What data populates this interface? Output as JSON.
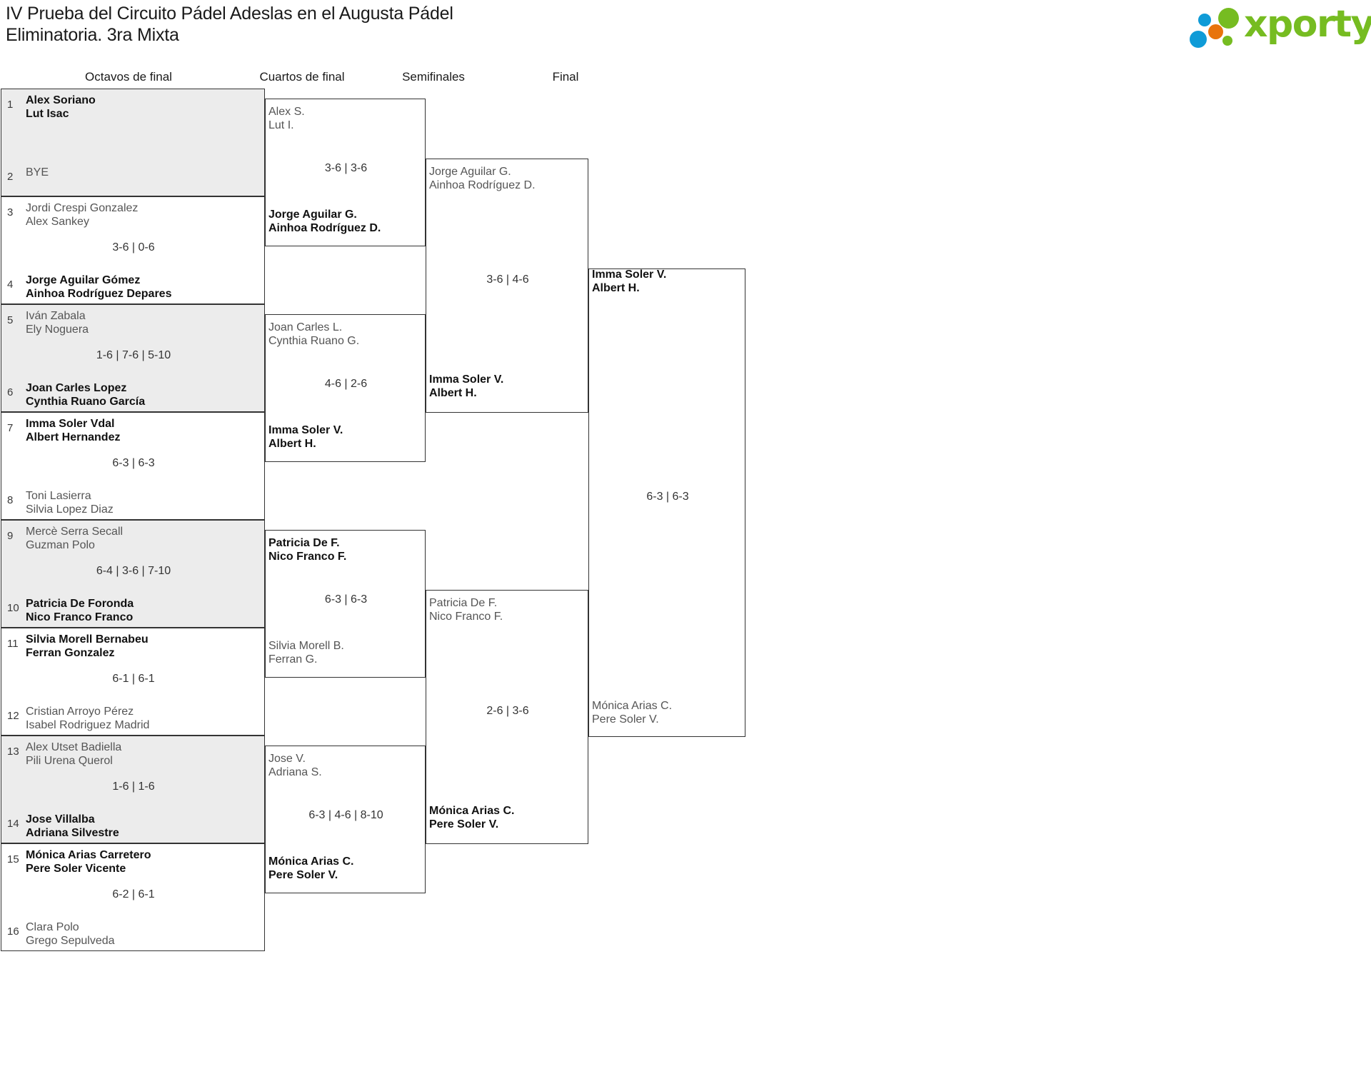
{
  "header": {
    "title_line1": "IV Prueba del Circuito Pádel Adeslas en el Augusta Pádel",
    "title_line2": "Eliminatoria. 3ra Mixta",
    "logo_text": "xporty"
  },
  "rounds": [
    {
      "label": "Octavos de final"
    },
    {
      "label": "Cuartos de final"
    },
    {
      "label": "Semifinales"
    },
    {
      "label": "Final"
    }
  ],
  "r16": [
    {
      "score": "",
      "top": {
        "seed": "1",
        "p1": "Alex Soriano",
        "p2": "Lut Isac",
        "winner": true
      },
      "bottom": {
        "seed": "2",
        "p1": "BYE",
        "p2": "",
        "winner": false
      }
    },
    {
      "score": "3-6 | 0-6",
      "top": {
        "seed": "3",
        "p1": "Jordi Crespi Gonzalez",
        "p2": "Alex Sankey",
        "winner": false
      },
      "bottom": {
        "seed": "4",
        "p1": "Jorge Aguilar Gómez",
        "p2": "Ainhoa Rodríguez Depares",
        "winner": true
      }
    },
    {
      "score": "1-6 | 7-6 | 5-10",
      "top": {
        "seed": "5",
        "p1": "Iván Zabala",
        "p2": "Ely Noguera",
        "winner": false
      },
      "bottom": {
        "seed": "6",
        "p1": "Joan Carles Lopez",
        "p2": "Cynthia Ruano García",
        "winner": true
      }
    },
    {
      "score": "6-3 | 6-3",
      "top": {
        "seed": "7",
        "p1": "Imma Soler Vdal",
        "p2": "Albert Hernandez",
        "winner": true
      },
      "bottom": {
        "seed": "8",
        "p1": "Toni Lasierra",
        "p2": "Silvia Lopez Diaz",
        "winner": false
      }
    },
    {
      "score": "6-4 | 3-6 | 7-10",
      "top": {
        "seed": "9",
        "p1": "Mercè Serra Secall",
        "p2": "Guzman Polo",
        "winner": false
      },
      "bottom": {
        "seed": "10",
        "p1": "Patricia De Foronda",
        "p2": "Nico Franco Franco",
        "winner": true
      }
    },
    {
      "score": "6-1 | 6-1",
      "top": {
        "seed": "11",
        "p1": "Silvia Morell Bernabeu",
        "p2": "Ferran Gonzalez",
        "winner": true
      },
      "bottom": {
        "seed": "12",
        "p1": "Cristian Arroyo Pérez",
        "p2": "Isabel Rodriguez Madrid",
        "winner": false
      }
    },
    {
      "score": "1-6 | 1-6",
      "top": {
        "seed": "13",
        "p1": "Alex Utset Badiella",
        "p2": "Pili Urena Querol",
        "winner": false
      },
      "bottom": {
        "seed": "14",
        "p1": "Jose Villalba",
        "p2": "Adriana Silvestre",
        "winner": true
      }
    },
    {
      "score": "6-2 | 6-1",
      "top": {
        "seed": "15",
        "p1": "Mónica Arias Carretero",
        "p2": "Pere Soler Vicente",
        "winner": true
      },
      "bottom": {
        "seed": "16",
        "p1": "Clara Polo",
        "p2": "Grego Sepulveda",
        "winner": false
      }
    }
  ],
  "quarters": [
    {
      "score": "3-6 | 3-6",
      "top": {
        "p1": "Alex S.",
        "p2": "Lut I.",
        "winner": false
      },
      "bottom": {
        "p1": "Jorge Aguilar G.",
        "p2": "Ainhoa Rodríguez D.",
        "winner": true
      }
    },
    {
      "score": "4-6 | 2-6",
      "top": {
        "p1": "Joan Carles L.",
        "p2": "Cynthia Ruano G.",
        "winner": false
      },
      "bottom": {
        "p1": "Imma Soler V.",
        "p2": "Albert H.",
        "winner": true
      }
    },
    {
      "score": "6-3 | 6-3",
      "top": {
        "p1": "Patricia De F.",
        "p2": "Nico Franco F.",
        "winner": true
      },
      "bottom": {
        "p1": "Silvia Morell B.",
        "p2": "Ferran G.",
        "winner": false
      }
    },
    {
      "score": "6-3 | 4-6 | 8-10",
      "top": {
        "p1": "Jose V.",
        "p2": "Adriana S.",
        "winner": false
      },
      "bottom": {
        "p1": "Mónica Arias C.",
        "p2": "Pere Soler V.",
        "winner": true
      }
    }
  ],
  "semis": [
    {
      "score": "3-6 | 4-6",
      "top": {
        "p1": "Jorge Aguilar G.",
        "p2": "Ainhoa Rodríguez D.",
        "winner": false
      },
      "bottom": {
        "p1": "Imma Soler V.",
        "p2": "Albert H.",
        "winner": true
      }
    },
    {
      "score": "2-6 | 3-6",
      "top": {
        "p1": "Patricia De F.",
        "p2": "Nico Franco F.",
        "winner": false
      },
      "bottom": {
        "p1": "Mónica Arias C.",
        "p2": "Pere Soler V.",
        "winner": true
      }
    }
  ],
  "final": {
    "score": "6-3 | 6-3",
    "top": {
      "p1": "Imma Soler V.",
      "p2": "Albert H.",
      "winner": true
    },
    "bottom": {
      "p1": "Mónica Arias C.",
      "p2": "Pere Soler V.",
      "winner": false
    }
  }
}
